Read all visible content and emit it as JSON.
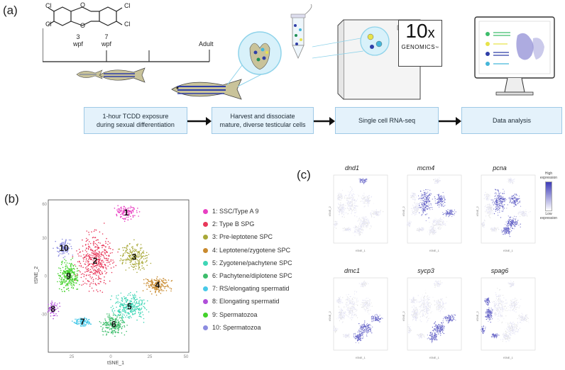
{
  "panel_a": {
    "label": "(a)",
    "molecule": {
      "cl1": "Cl",
      "cl2": "Cl",
      "cl3": "Cl",
      "cl4": "Cl",
      "o1": "O",
      "o2": "O"
    },
    "timeline": {
      "t1_num": "3",
      "t1_unit": "wpf",
      "t2_num": "7",
      "t2_unit": "wpf",
      "adult": "Adult"
    },
    "steps": [
      {
        "line1": "1-hour TCDD exposure",
        "line2": "during sexual differentiation"
      },
      {
        "line1": "Harvest and dissociate",
        "line2": "mature, diverse testicular cells"
      },
      {
        "line1": "Single cell RNA-seq",
        "line2": ""
      },
      {
        "line1": "Data analysis",
        "line2": ""
      }
    ],
    "machine_logo": {
      "top": "10",
      "x": "x",
      "bottom": "GENOMICS",
      "tm": "™"
    },
    "colors": {
      "box_fill": "#e4f2fb",
      "box_border": "#9ec9e6",
      "arrow": "#111111"
    }
  },
  "panel_b": {
    "label": "(b)",
    "legend": [
      {
        "text": "1: SSC/Type A 9",
        "color": "#e83fc2"
      },
      {
        "text": "2: Type B SPG",
        "color": "#e8385a"
      },
      {
        "text": "3: Pre-leptotene SPC",
        "color": "#a8a838"
      },
      {
        "text": "4: Leptotene/zygotene SPC",
        "color": "#c98a2e"
      },
      {
        "text": "5: Zygotene/pachytene SPC",
        "color": "#3fd6b6"
      },
      {
        "text": "6: Pachytene/diplotene SPC",
        "color": "#3dbd6b"
      },
      {
        "text": "7: RS/elongating spermatid",
        "color": "#48c9e8"
      },
      {
        "text": "8: Elongating spermatid",
        "color": "#b04fd9"
      },
      {
        "text": "9: Spermatozoa",
        "color": "#42d22a"
      },
      {
        "text": "10: Spermatozoa",
        "color": "#8c8ce0"
      }
    ]
  },
  "chart_data": {
    "type": "scatter",
    "title": "",
    "xlabel": "tSNE_1",
    "ylabel": "tSNE_2",
    "xlim": [
      -40,
      50
    ],
    "ylim": [
      -60,
      60
    ],
    "x_ticks": [
      "25",
      "0",
      "25",
      "50"
    ],
    "y_ticks": [
      "60",
      "30",
      "0",
      "-30"
    ],
    "cluster_labels": [
      {
        "label": "1",
        "x": 10,
        "y": 50
      },
      {
        "label": "2",
        "x": -10,
        "y": 12
      },
      {
        "label": "3",
        "x": 15,
        "y": 15
      },
      {
        "label": "4",
        "x": 30,
        "y": -7
      },
      {
        "label": "5",
        "x": 12,
        "y": -24
      },
      {
        "label": "6",
        "x": 2,
        "y": -38
      },
      {
        "label": "7",
        "x": -18,
        "y": -36
      },
      {
        "label": "8",
        "x": -37,
        "y": -26
      },
      {
        "label": "9",
        "x": -27,
        "y": 0
      },
      {
        "label": "10",
        "x": -30,
        "y": 22
      }
    ]
  },
  "panel_c": {
    "label": "(c)",
    "genes": [
      "dnd1",
      "mcm4",
      "pcna",
      "dmc1",
      "sycp3",
      "spag6"
    ],
    "mini_xlabel": "tSNE_1",
    "mini_ylabel": "tSNE_2",
    "colorbar": {
      "high": "High",
      "high2": "expression",
      "low": "Low",
      "low2": "expression",
      "high_color": "#3d3bb8",
      "low_color": "#ffffff"
    }
  }
}
